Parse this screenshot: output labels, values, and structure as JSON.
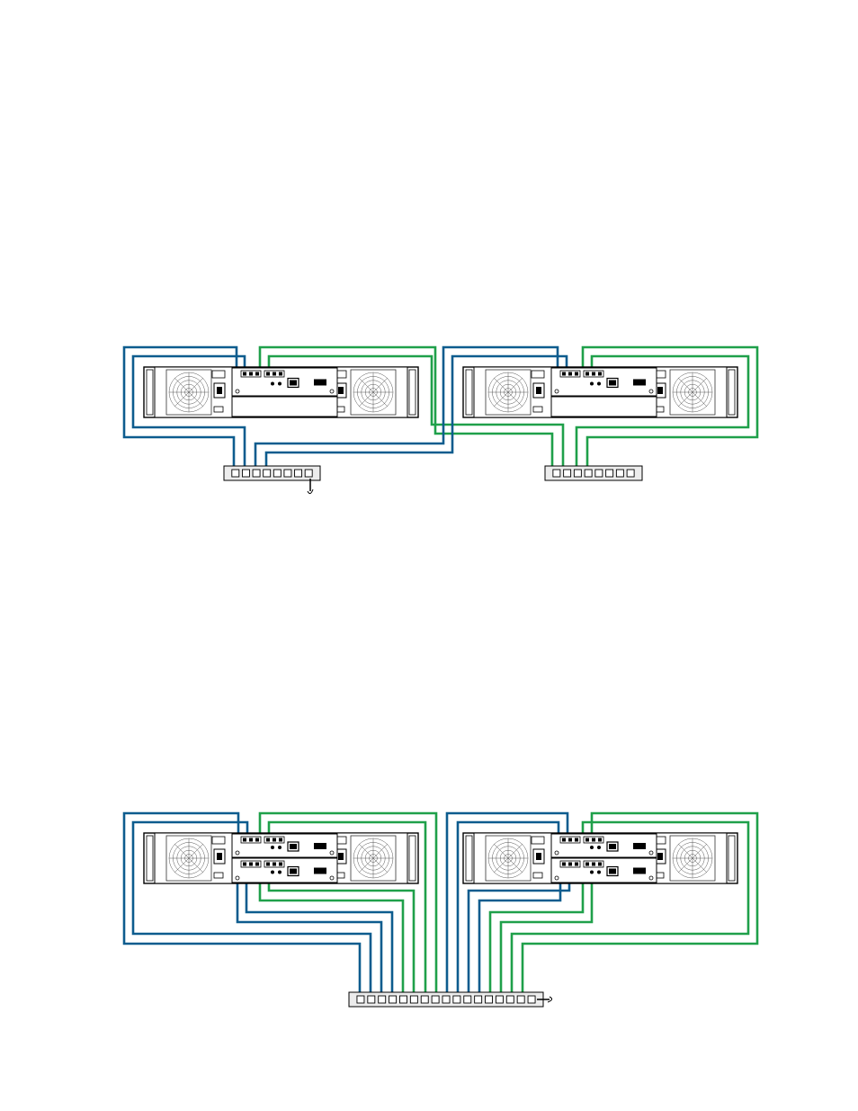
{
  "colors": {
    "cable_a": "#0d5c8e",
    "cable_b": "#1fa04a",
    "chassis_stroke": "#000000",
    "chassis_fill": "#ffffff",
    "switch_fill": "#ececec"
  },
  "icons": {
    "fan": "fan-grille-icon",
    "power_supply": "power-supply-icon",
    "ground": "ground-icon"
  },
  "diagrams": [
    {
      "id": "top",
      "enclosures": [
        {
          "id": "enclosure-1",
          "controllers": 1
        },
        {
          "id": "enclosure-2",
          "controllers": 1
        }
      ],
      "switches": [
        {
          "id": "switch-1",
          "ports": 8,
          "uplink": true
        },
        {
          "id": "switch-2",
          "ports": 8,
          "uplink": false
        }
      ]
    },
    {
      "id": "bottom",
      "enclosures": [
        {
          "id": "enclosure-1",
          "controllers": 2
        },
        {
          "id": "enclosure-2",
          "controllers": 2
        }
      ],
      "switches": [
        {
          "id": "switch-1",
          "ports": 17,
          "uplink": true
        }
      ]
    }
  ]
}
